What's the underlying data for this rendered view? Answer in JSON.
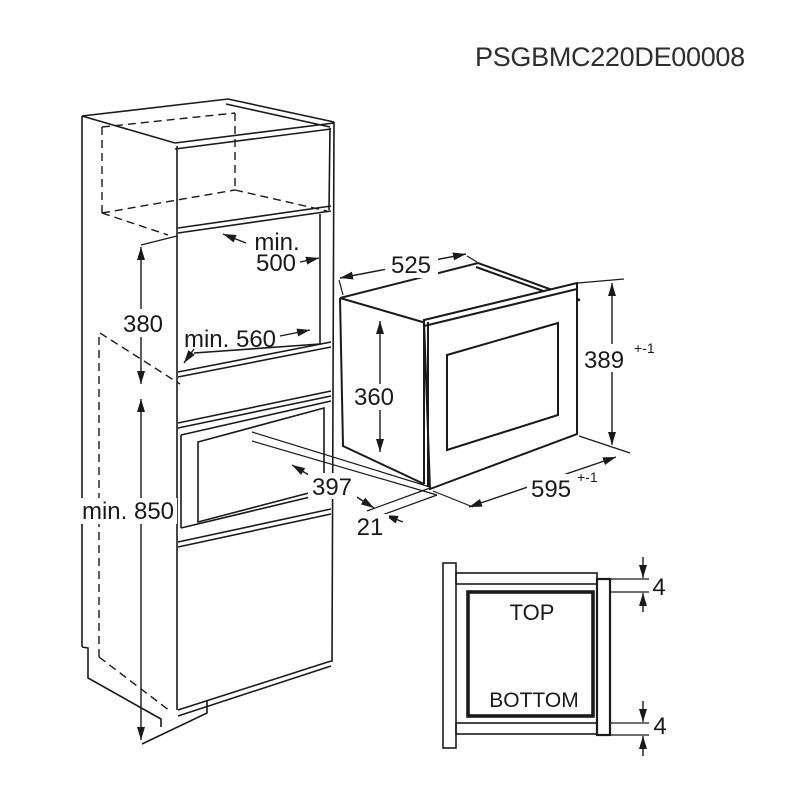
{
  "title": "PSGBMC220DE00008",
  "colors": {
    "line": "#1a1a1a",
    "background": "#ffffff"
  },
  "cabinet": {
    "niche_depth_min": {
      "line1": "min.",
      "line2": "500"
    },
    "niche_width_min": "min. 560",
    "niche_height": "380",
    "floor_height_min": "min. 850"
  },
  "appliance": {
    "depth": "525",
    "body_height": "360",
    "front_height": "389",
    "front_height_tolerance": "+-1",
    "front_width": "595",
    "front_width_tolerance": "+-1",
    "door_thickness": "21",
    "depth_with_front": "397"
  },
  "detail": {
    "top_label": "TOP",
    "bottom_label": "BOTTOM",
    "top_gap": "4",
    "bottom_gap": "4"
  }
}
